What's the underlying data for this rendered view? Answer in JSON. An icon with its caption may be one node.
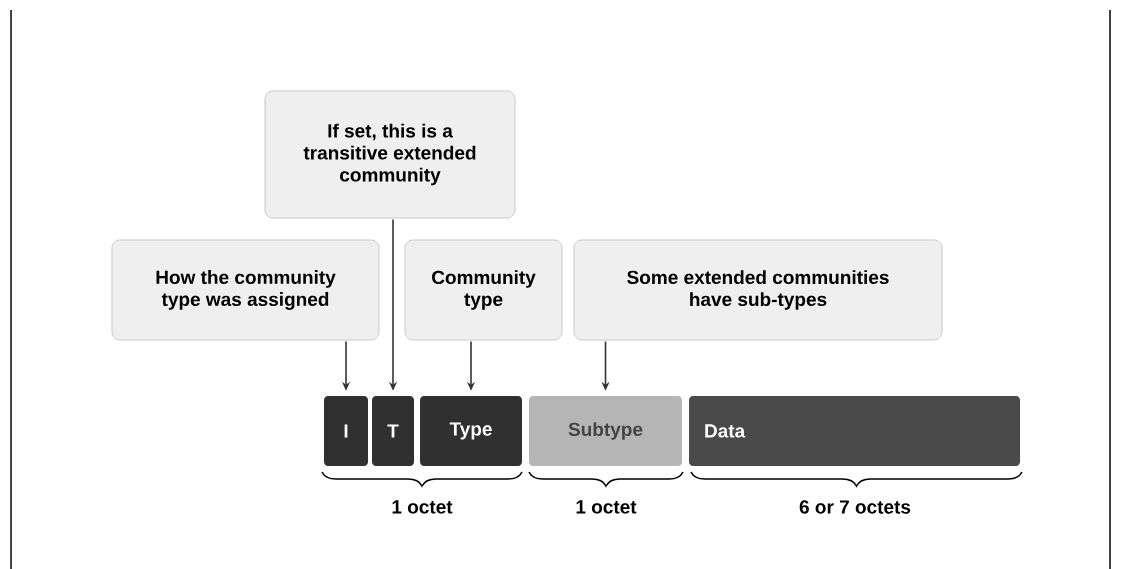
{
  "diagram": {
    "nodes": [
      {
        "text": [
          "If set, this is a transitive extended community"
        ]
      },
      {
        "text": [
          "How the community type was assigned"
        ]
      },
      {
        "text": [
          "Community type"
        ]
      },
      {
        "text": [
          "Some extended communities have sub-types"
        ]
      },
      {
        "text": [
          "I"
        ]
      },
      {
        "text": [
          "T"
        ]
      },
      {
        "text": [
          "Type"
        ]
      },
      {
        "text": [
          "Subtype"
        ]
      },
      {
        "text": [
          "Data"
        ]
      }
    ],
    "edges": [
      {
        "from": 1,
        "to": 4,
        "arrow": "to"
      },
      {
        "from": 0,
        "to": 5,
        "arrow": "to"
      },
      {
        "from": 2,
        "to": 6,
        "arrow": "to"
      },
      {
        "from": 3,
        "to": 7,
        "arrow": "to"
      }
    ],
    "labels": [
      "1 octet",
      "1 octet",
      "6 or 7 octets"
    ]
  }
}
